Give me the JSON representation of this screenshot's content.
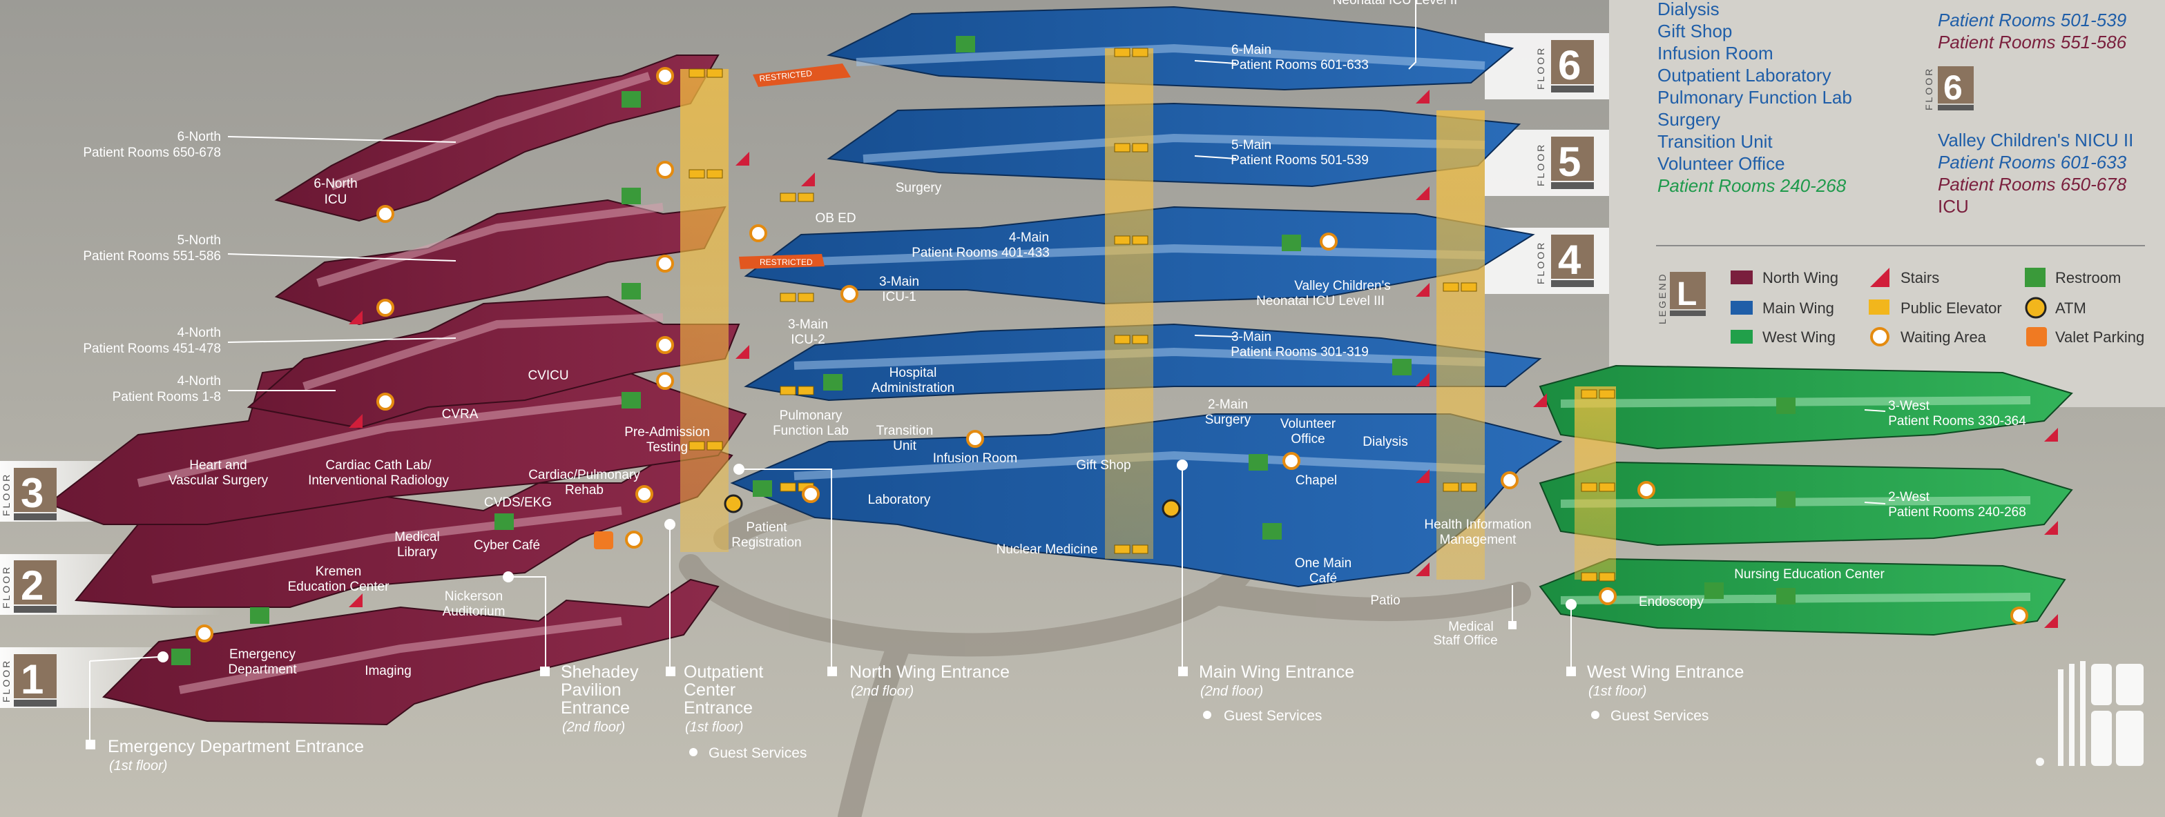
{
  "colors": {
    "north_wing": "#7a1f3d",
    "main_wing": "#1f5ea8",
    "west_wing": "#21a04a",
    "elevator": "#f2b61c",
    "stairs": "#d11e3a",
    "restroom": "#3a9a3a",
    "floor_badge": "#8a735e",
    "restricted": "#e2571f"
  },
  "floors": {
    "f1": {
      "number": "1",
      "word": "FLOOR"
    },
    "f2": {
      "number": "2",
      "word": "FLOOR"
    },
    "f3": {
      "number": "3",
      "word": "FLOOR"
    },
    "f4": {
      "number": "4",
      "word": "FLOOR"
    },
    "f5": {
      "number": "5",
      "word": "FLOOR"
    },
    "f6": {
      "number": "6",
      "word": "FLOOR"
    }
  },
  "labels": {
    "restricted_top": "RESTRICTED",
    "restricted_mid": "RESTRICTED",
    "neonatal_top": "Neonatal ICU Level II",
    "north6_a": "6-North",
    "north6_b": "Patient Rooms 650-678",
    "north6_icu_a": "6-North",
    "north6_icu_b": "ICU",
    "north5_a": "5-North",
    "north5_b": "Patient Rooms 551-586",
    "north4_a": "4-North",
    "north4_b": "Patient Rooms 451-478",
    "north4c_a": "4-North",
    "north4c_b": "Patient Rooms 1-8",
    "cvicu": "CVICU",
    "cvra": "CVRA",
    "heart_a": "Heart and",
    "heart_b": "Vascular Surgery",
    "cath_a": "Cardiac Cath Lab/",
    "cath_b": "Interventional Radiology",
    "preadm_a": "Pre-Admission",
    "preadm_b": "Testing",
    "rehab_a": "Cardiac/Pulmonary",
    "rehab_b": "Rehab",
    "cvds": "CVDS/EKG",
    "cyber": "Cyber Café",
    "medlib_a": "Medical",
    "medlib_b": "Library",
    "kremen_a": "Kremen",
    "kremen_b": "Education Center",
    "nick_a": "Nickerson",
    "nick_b": "Auditorium",
    "emerg_a": "Emergency",
    "emerg_b": "Department",
    "imaging": "Imaging",
    "main6_a": "6-Main",
    "main6_b": "Patient Rooms 601-633",
    "main5_a": "5-Main",
    "main5_b": "Patient Rooms 501-539",
    "surgery": "Surgery",
    "obed": "OB ED",
    "main4_a": "4-Main",
    "main4_b": "Patient Rooms 401-433",
    "icu1_a": "3-Main",
    "icu1_b": "ICU-1",
    "icu2_a": "3-Main",
    "icu2_b": "ICU-2",
    "vch_a": "Valley Children's",
    "vch_b": "Neonatal ICU Level III",
    "main3_a": "3-Main",
    "main3_b": "Patient Rooms 301-319",
    "hospadmin_a": "Hospital",
    "hospadmin_b": "Administration",
    "pft_a": "Pulmonary",
    "pft_b": "Function Lab",
    "transition_a": "Transition",
    "transition_b": "Unit",
    "infusion": "Infusion Room",
    "giftshop": "Gift Shop",
    "main2surg_a": "2-Main",
    "main2surg_b": "Surgery",
    "volunteer_a": "Volunteer",
    "volunteer_b": "Office",
    "dialysis": "Dialysis",
    "chapel": "Chapel",
    "laboratory": "Laboratory",
    "patreg_a": "Patient",
    "patreg_b": "Registration",
    "nucmed": "Nuclear Medicine",
    "onemain_a": "One Main",
    "onemain_b": "Café",
    "him_a": "Health Information",
    "him_b": "Management",
    "patio": "Patio",
    "medstaff_a": "Medical",
    "medstaff_b": "Staff Office",
    "west3_a": "3-West",
    "west3_b": "Patient Rooms 330-364",
    "west2_a": "2-West",
    "west2_b": "Patient Rooms 240-268",
    "nursing": "Nursing Education Center",
    "endoscopy": "Endoscopy"
  },
  "entrances": {
    "emergency": {
      "title": "Emergency Department Entrance",
      "sub": "(1st floor)"
    },
    "shehadey": {
      "title_a": "Shehadey",
      "title_b": "Pavilion",
      "title_c": "Entrance",
      "sub": "(2nd floor)"
    },
    "outpatient": {
      "title_a": "Outpatient",
      "title_b": "Center",
      "title_c": "Entrance",
      "sub": "(1st floor)",
      "guest": "Guest Services"
    },
    "north": {
      "title": "North Wing Entrance",
      "sub": "(2nd floor)"
    },
    "main": {
      "title": "Main Wing Entrance",
      "sub": "(2nd floor)",
      "guest": "Guest Services"
    },
    "west": {
      "title": "West Wing Entrance",
      "sub": "(1st floor)",
      "guest": "Guest Services"
    }
  },
  "directory": {
    "col1": [
      {
        "text": "Dialysis",
        "style": "blue"
      },
      {
        "text": "Gift Shop",
        "style": "blue"
      },
      {
        "text": "Infusion Room",
        "style": "blue"
      },
      {
        "text": "Outpatient Laboratory",
        "style": "blue"
      },
      {
        "text": "Pulmonary Function Lab",
        "style": "blue"
      },
      {
        "text": "Surgery",
        "style": "blue"
      },
      {
        "text": "Transition Unit",
        "style": "blue"
      },
      {
        "text": "Volunteer Office",
        "style": "blue"
      },
      {
        "text": "Patient Rooms 240-268",
        "style": "green"
      }
    ],
    "col2_top": [
      {
        "text": "Patient Rooms 501-539",
        "style": "blue-it"
      },
      {
        "text": "Patient Rooms 551-586",
        "style": "maroon-it"
      }
    ],
    "floor6_number": "6",
    "floor6_word": "FLOOR",
    "col2_floor6": [
      {
        "text": "Valley Children's NICU II",
        "style": "blue"
      },
      {
        "text": "Patient Rooms 601-633",
        "style": "blue-it"
      },
      {
        "text": "Patient Rooms 650-678",
        "style": "maroon-it"
      },
      {
        "text": "ICU",
        "style": "maroon"
      }
    ]
  },
  "legend": {
    "title_word": "LEGEND",
    "badge_letter": "L",
    "items": [
      {
        "label": "North Wing",
        "icon": "north-wing-swatch"
      },
      {
        "label": "Stairs",
        "icon": "stairs-icon"
      },
      {
        "label": "Restroom",
        "icon": "restroom-icon"
      },
      {
        "label": "Main Wing",
        "icon": "main-wing-swatch"
      },
      {
        "label": "Public Elevator",
        "icon": "elevator-icon"
      },
      {
        "label": "ATM",
        "icon": "atm-icon"
      },
      {
        "label": "West Wing",
        "icon": "west-wing-swatch"
      },
      {
        "label": "Waiting Area",
        "icon": "waiting-area-icon"
      },
      {
        "label": "Valet Parking",
        "icon": "valet-parking-icon"
      }
    ]
  }
}
